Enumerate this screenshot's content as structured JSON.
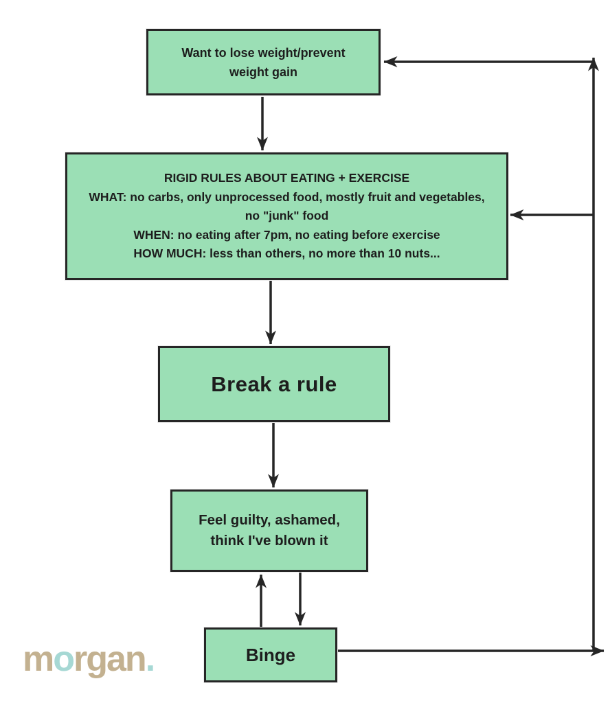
{
  "colors": {
    "node_fill": "#9bdfb5",
    "node_border": "#262626",
    "arrow": "#262626",
    "text": "#1d1d1d",
    "logo_tan": "#c3b190",
    "logo_teal": "#a6d8d4",
    "background": "#ffffff"
  },
  "nodes": {
    "goal": {
      "label": "Want to lose weight/prevent weight gain"
    },
    "rules": {
      "line1": "RIGID RULES ABOUT EATING + EXERCISE",
      "line2": "WHAT: no carbs, only unprocessed food, mostly fruit and vegetables, no \"junk\" food",
      "line3": "WHEN: no eating after 7pm, no eating before exercise",
      "line4": "HOW MUCH: less than others, no more than 10 nuts..."
    },
    "break_rule": {
      "label": "Break a rule"
    },
    "guilt": {
      "label": "Feel guilty, ashamed, think I've blown it"
    },
    "binge": {
      "label": "Binge"
    }
  },
  "arrows": {
    "goal_to_rules": "goal → rules",
    "rules_to_break": "rules → break a rule",
    "break_to_guilt": "break a rule → feel guilty",
    "binge_to_guilt": "binge → feel guilty",
    "guilt_to_binge": "feel guilty → binge",
    "binge_to_right": "binge → right loop",
    "loop_riser": "right loop riser up",
    "loop_to_goal": "loop → goal",
    "loop_to_rules": "loop → rules"
  },
  "logo": {
    "m": "m",
    "o": "o",
    "rgan": "rgan",
    "dot": "."
  }
}
